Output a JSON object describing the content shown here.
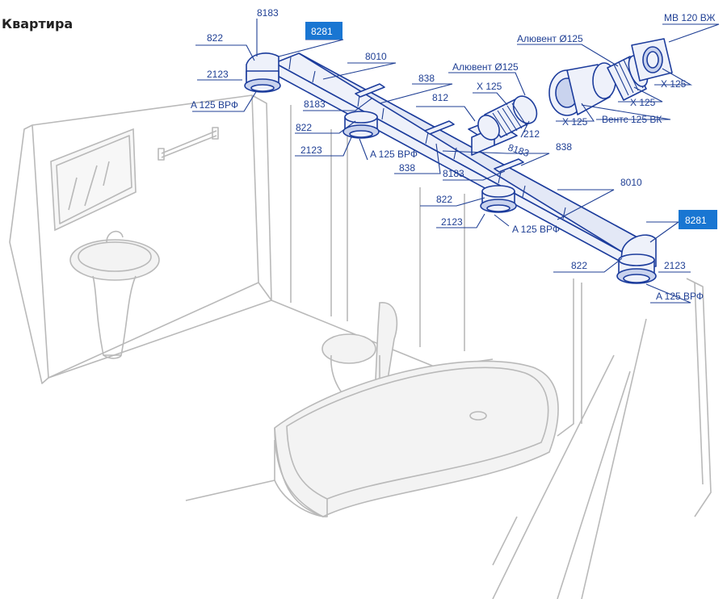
{
  "title": "Квартира",
  "labels": {
    "l8183_a": "8183",
    "l8281_top": "8281",
    "l822_a": "822",
    "l2123_a": "2123",
    "lA125_a": "A 125 ВРФ",
    "l8010_a": "8010",
    "l838_a": "838",
    "l8183_b": "8183",
    "l822_b": "822",
    "l2123_b": "2123",
    "lA125_b": "A 125 ВРФ",
    "l838_b": "838",
    "l812": "812",
    "l212": "212",
    "l8183_c": "8183",
    "l838_c": "838",
    "l8183_d": "8183",
    "l822_c": "822",
    "l2123_c": "2123",
    "lA125_c": "A 125 ВРФ",
    "l8010_b": "8010",
    "l8281_right": "8281",
    "l822_d": "822",
    "l2123_d": "2123",
    "lA125_d": "A 125 ВРФ",
    "lAluvent1": "Алювент Ø125",
    "lAluvent2": "Алювент Ø125",
    "lX125_a": "X 125",
    "lX125_b": "X 125",
    "lX125_c": "X 125",
    "lX125_d": "X 125",
    "lVents": "Вентс 125 ВК",
    "lMV": "МВ 120 ВЖ"
  },
  "colors": {
    "duct": "#1c3c9c",
    "label": "#1f3f94",
    "highlight": "#1976d2",
    "room": "#b9b9b9"
  }
}
